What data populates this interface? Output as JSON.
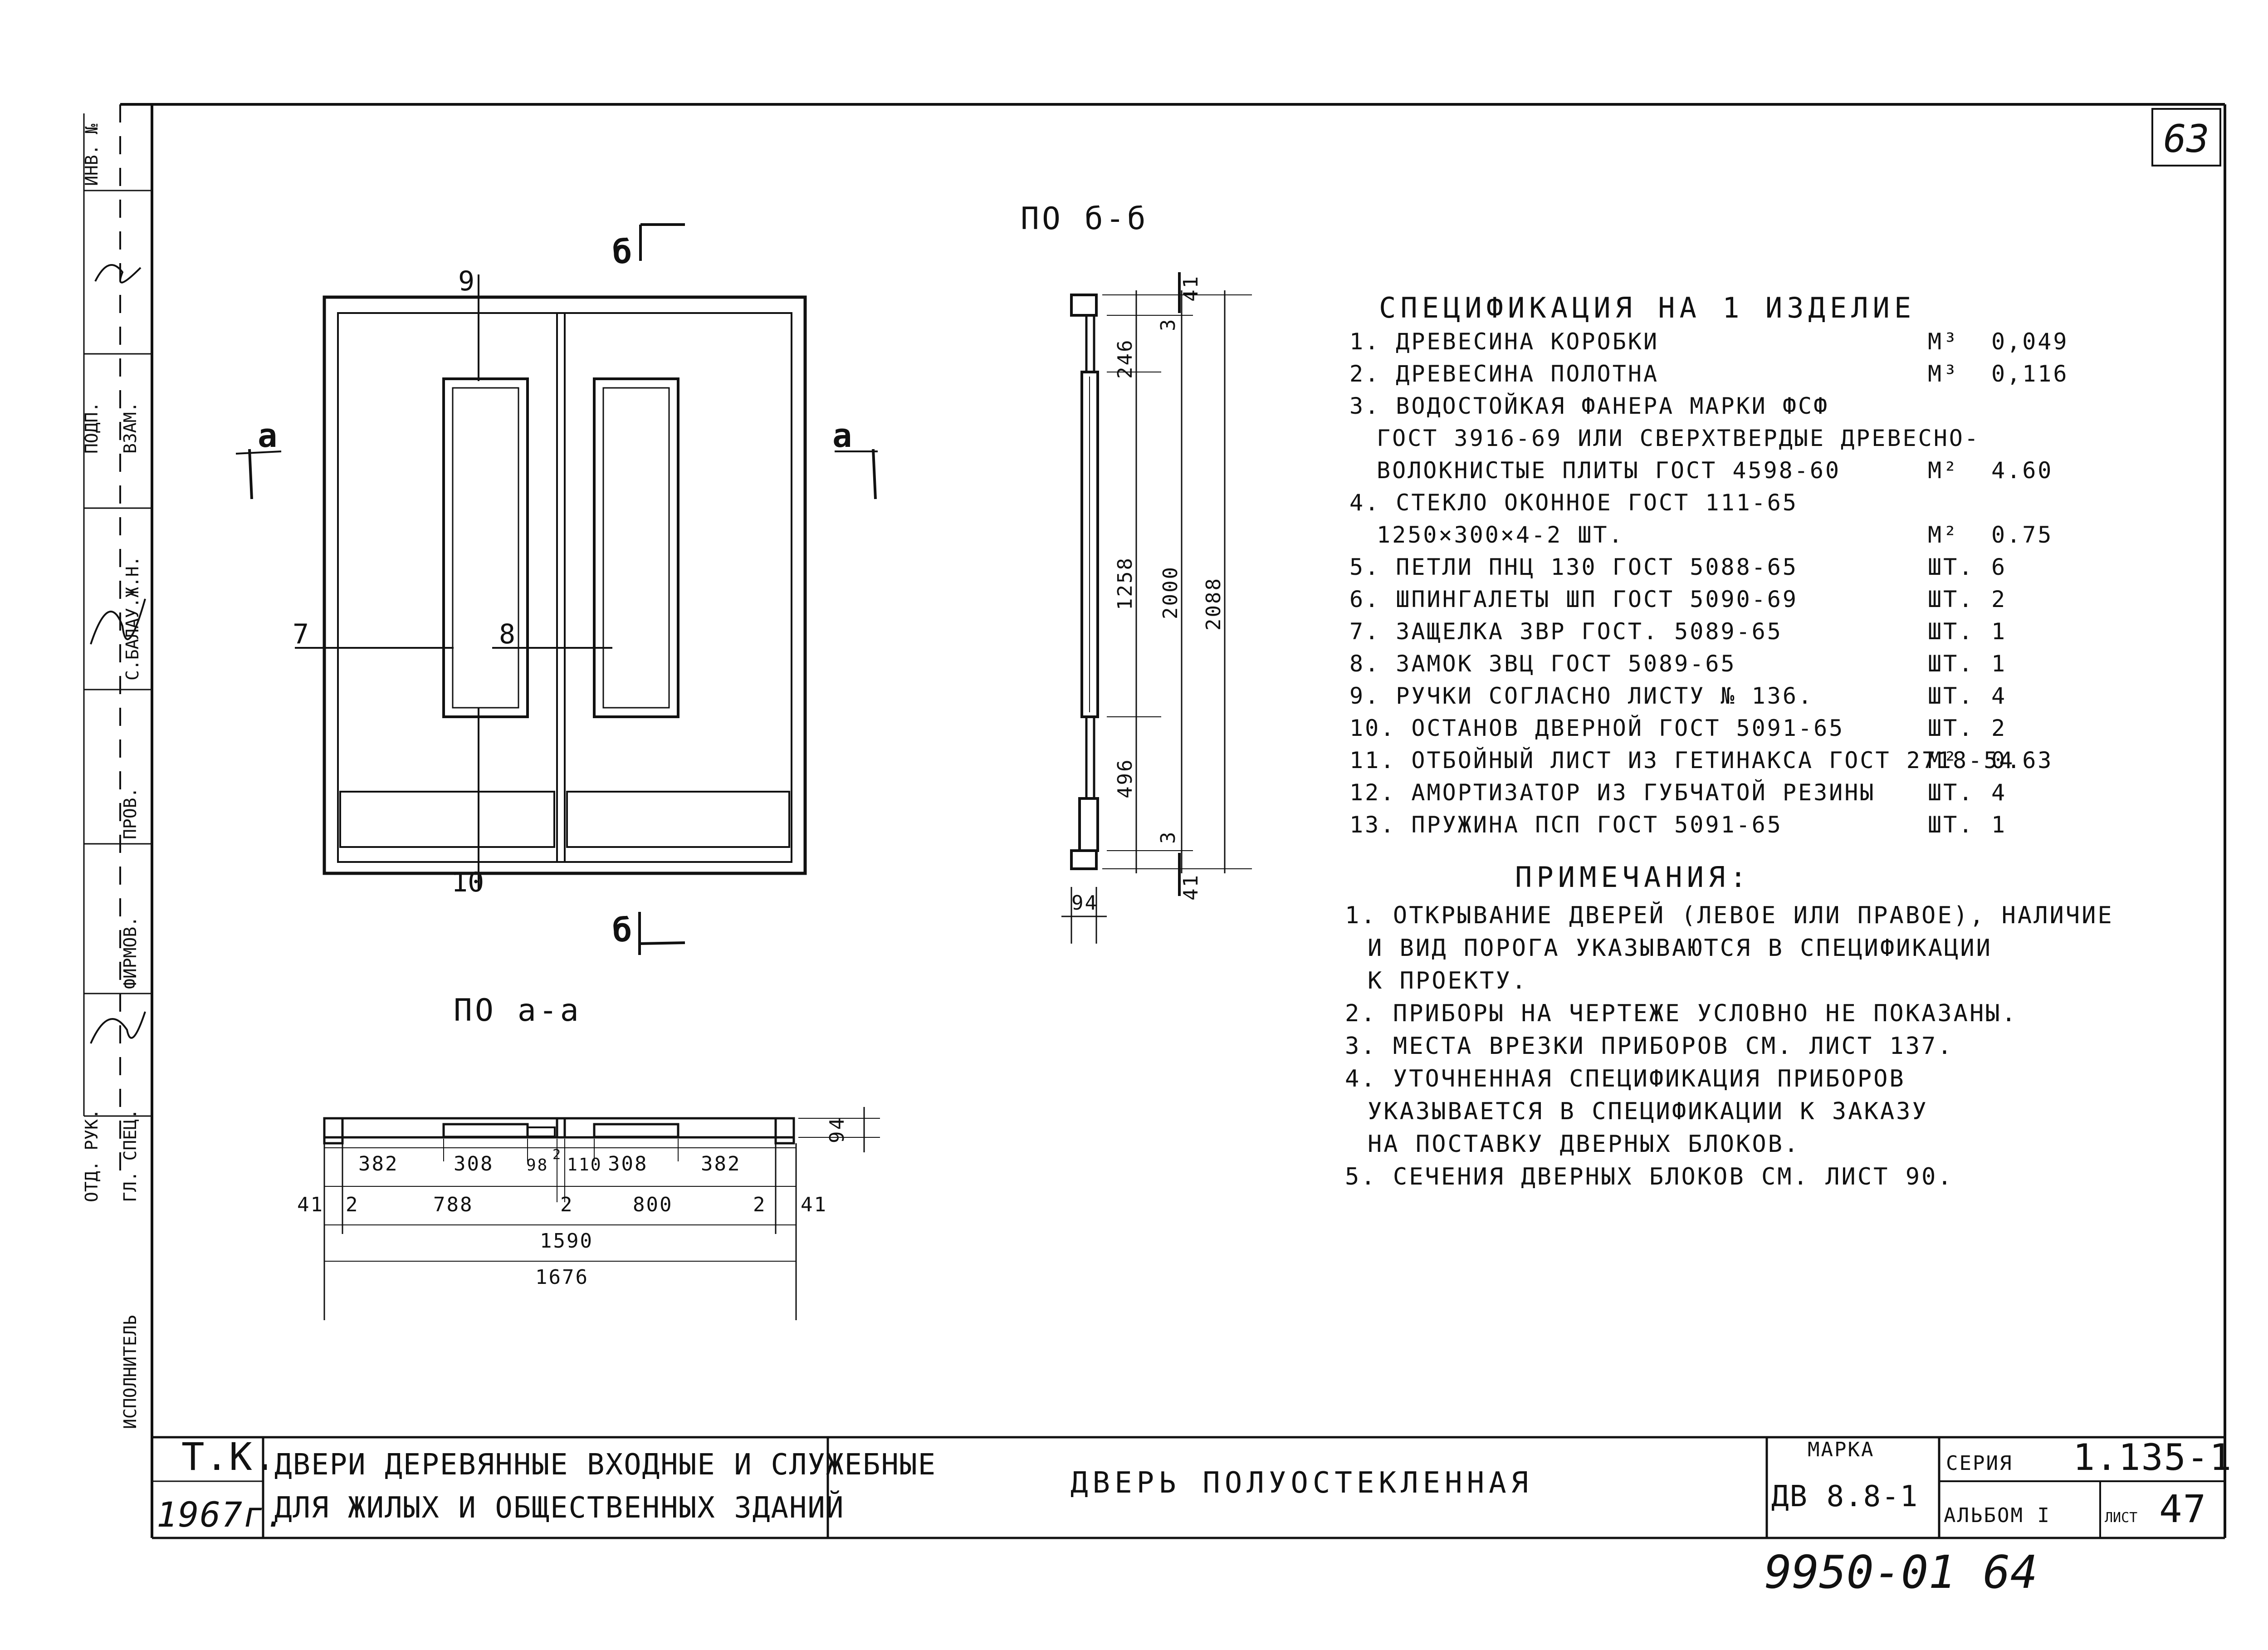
{
  "sheet_number": "63",
  "side_stamp": {
    "inv_no": "ИНВ. №",
    "sign": "ПОДП.",
    "replaced": "ВЗАМ.",
    "author": "С.БАЛАУ.Ж.Н.",
    "checked": "ПРОВ.",
    "dept": "ОТД. РУК.",
    "chief": "ГЛ. СПЕЦ.",
    "firm": "ФИРМОВ.",
    "executor": "ИСПОЛНИТЕЛЬ"
  },
  "drawing": {
    "view_title_b": "ПО б-б",
    "view_title_a": "ПО а-а",
    "cut_a": "а",
    "cut_b": "б",
    "callout_7": "7",
    "callout_8": "8",
    "callout_9": "9",
    "callout_10": "10",
    "side_dims": {
      "top_gap": "41",
      "top_small": "3",
      "upper": "246",
      "glass": "1258",
      "lower": "496",
      "bottom_small": "3",
      "bottom_gap": "41",
      "leaf_height": "2000",
      "total_height": "2088",
      "thickness": "94"
    },
    "plan_dims": {
      "seg1": "382",
      "seg2": "308",
      "seg3": "98",
      "seg3_small": "2",
      "seg4": "110",
      "seg5": "308",
      "seg6": "382",
      "frame_left": "41",
      "gap_left": "2",
      "leaf_left": "788",
      "gap_mid": "2",
      "leaf_right": "800",
      "gap_right": "2",
      "frame_right": "41",
      "inner_total": "1590",
      "outer_total": "1676",
      "thickness": "94"
    }
  },
  "specification": {
    "title": "СПЕЦИФИКАЦИЯ НА 1 ИЗДЕЛИЕ",
    "rows": [
      {
        "text": "1. ДРЕВЕСИНА КОРОБКИ",
        "unit": "М³",
        "value": "0,049"
      },
      {
        "text": "2. ДРЕВЕСИНА ПОЛОТНА",
        "unit": "М³",
        "value": "0,116"
      },
      {
        "text": "3. ВОДОСТОЙКАЯ ФАНЕРА МАРКИ ФСФ",
        "unit": "",
        "value": ""
      },
      {
        "text": "ГОСТ 3916-69 ИЛИ СВЕРХТВЕРДЫЕ ДРЕВЕСНО-",
        "unit": "",
        "value": ""
      },
      {
        "text": "ВОЛОКНИСТЫЕ ПЛИТЫ ГОСТ 4598-60",
        "unit": "М²",
        "value": "4.60"
      },
      {
        "text": "4. СТЕКЛО ОКОННОЕ ГОСТ 111-65",
        "unit": "",
        "value": ""
      },
      {
        "text": "1250×300×4-2 ШТ.",
        "unit": "М²",
        "value": "0.75"
      },
      {
        "text": "5. ПЕТЛИ ПНЦ 130 ГОСТ 5088-65",
        "unit": "ШТ.",
        "value": "6"
      },
      {
        "text": "6. ШПИНГАЛЕТЫ ШП ГОСТ 5090-69",
        "unit": "ШТ.",
        "value": "2"
      },
      {
        "text": "7. ЗАЩЕЛКА ЗВР ГОСТ. 5089-65",
        "unit": "ШТ.",
        "value": "1"
      },
      {
        "text": "8. ЗАМОК ЗВЦ ГОСТ 5089-65",
        "unit": "ШТ.",
        "value": "1"
      },
      {
        "text": "9. РУЧКИ СОГЛАСНО ЛИСТУ № 136.",
        "unit": "ШТ.",
        "value": "4"
      },
      {
        "text": "10. ОСТАНОВ ДВЕРНОЙ ГОСТ 5091-65",
        "unit": "ШТ.",
        "value": "2"
      },
      {
        "text": "11. ОТБОЙНЫЙ ЛИСТ ИЗ ГЕТИНАКСА ГОСТ 2718-54",
        "unit": "М²",
        "value": "0.63"
      },
      {
        "text": "12. АМОРТИЗАТОР ИЗ ГУБЧАТОЙ РЕЗИНЫ",
        "unit": "ШТ.",
        "value": "4"
      },
      {
        "text": "13. ПРУЖИНА ПСП ГОСТ 5091-65",
        "unit": "ШТ.",
        "value": "1"
      }
    ]
  },
  "notes": {
    "title": "ПРИМЕЧАНИЯ:",
    "lines": [
      "1. ОТКРЫВАНИЕ ДВЕРЕЙ (ЛЕВОЕ ИЛИ ПРАВОЕ), НАЛИЧИЕ",
      "И ВИД ПОРОГА УКАЗЫВАЮТСЯ В СПЕЦИФИКАЦИИ",
      "К ПРОЕКТУ.",
      "2. ПРИБОРЫ НА ЧЕРТЕЖЕ УСЛОВНО НЕ ПОКАЗАНЫ.",
      "3. МЕСТА ВРЕЗКИ ПРИБОРОВ СМ. ЛИСТ 137.",
      "4. УТОЧНЕННАЯ СПЕЦИФИКАЦИЯ ПРИБОРОВ",
      "УКАЗЫВАЕТСЯ В СПЕЦИФИКАЦИИ К ЗАКАЗУ",
      "НА ПОСТАВКУ ДВЕРНЫХ БЛОКОВ.",
      "5. СЕЧЕНИЯ ДВЕРНЫХ БЛОКОВ СМ. ЛИСТ 90."
    ]
  },
  "title_block": {
    "org": "Т.К.",
    "year": "1967г.",
    "title_line1": "ДВЕРИ ДЕРЕВЯННЫЕ ВХОДНЫЕ И СЛУЖЕБНЫЕ",
    "title_line2": "ДЛЯ ЖИЛЫХ И ОБЩЕСТВЕННЫХ ЗДАНИЙ",
    "name": "ДВЕРЬ ПОЛУОСТЕКЛЕННАЯ",
    "mark_label": "МАРКА",
    "mark": "ДВ 8.8-1",
    "series_label": "СЕРИЯ",
    "series": "1.135-1",
    "album_label": "АЛЬБОМ I",
    "sheet_label": "ЛИСТ",
    "sheet": "47"
  },
  "archive_number": "9950-01 64"
}
